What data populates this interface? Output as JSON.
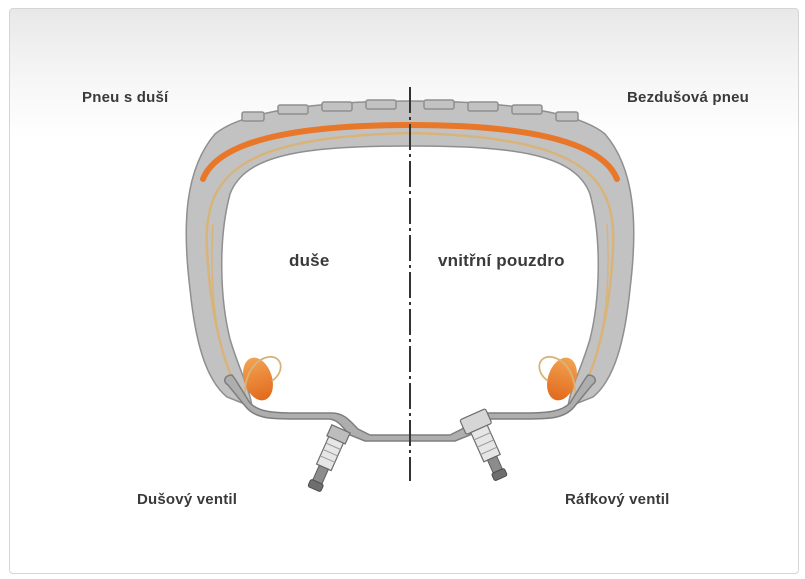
{
  "labels": {
    "tube_tire": "Pneu s duší",
    "tubeless_tire": "Bezdušová pneu",
    "inner_tube": "duše",
    "inner_liner": "vnitřní pouzdro",
    "tube_valve": "Dušový ventil",
    "rim_valve": "Ráfkový ventil"
  },
  "colors": {
    "rubber": "#c2c2c2",
    "rubber_edge": "#8f8f8f",
    "belt": "#e8772a",
    "ply": "#d8b47a",
    "rim": "#aeaeae",
    "axis": "#333333"
  }
}
